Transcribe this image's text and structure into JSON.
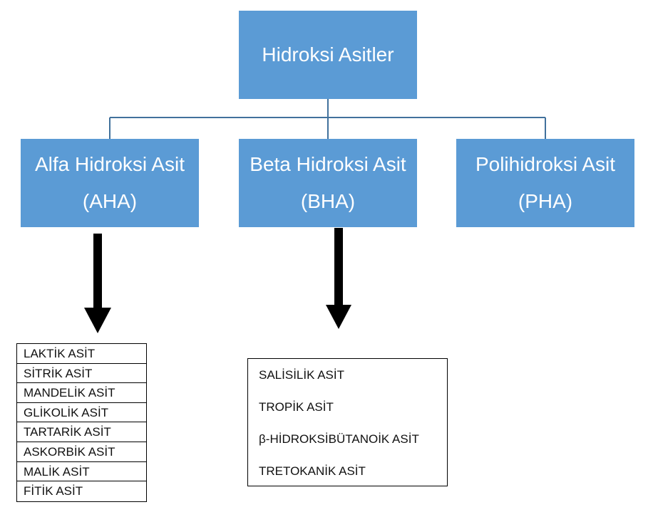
{
  "root": {
    "label": "Hidroksi Asitler"
  },
  "children": [
    {
      "line1": "Alfa Hidroksi Asit",
      "line2": "(AHA)"
    },
    {
      "line1": "Beta Hidroksi Asit",
      "line2": "(BHA)"
    },
    {
      "line1": "Polihidroksi Asit",
      "line2": "(PHA)"
    }
  ],
  "aha_list": [
    "LAKTİK ASİT",
    "SİTRİK ASİT",
    "MANDELİK ASİT",
    "GLİKOLİK ASİT",
    "TARTARİK ASİT",
    "ASKORBİK ASİT",
    "MALİK ASİT",
    "FİTİK ASİT"
  ],
  "bha_list": [
    "SALİSİLİK ASİT",
    "TROPİK ASİT",
    "β-HİDROKSİBÜTANOİK ASİT",
    "TRETOKANİK ASİT"
  ],
  "colors": {
    "box_fill": "#5b9bd5",
    "box_text": "#ffffff",
    "connector": "#41719c",
    "arrow": "#000000"
  }
}
